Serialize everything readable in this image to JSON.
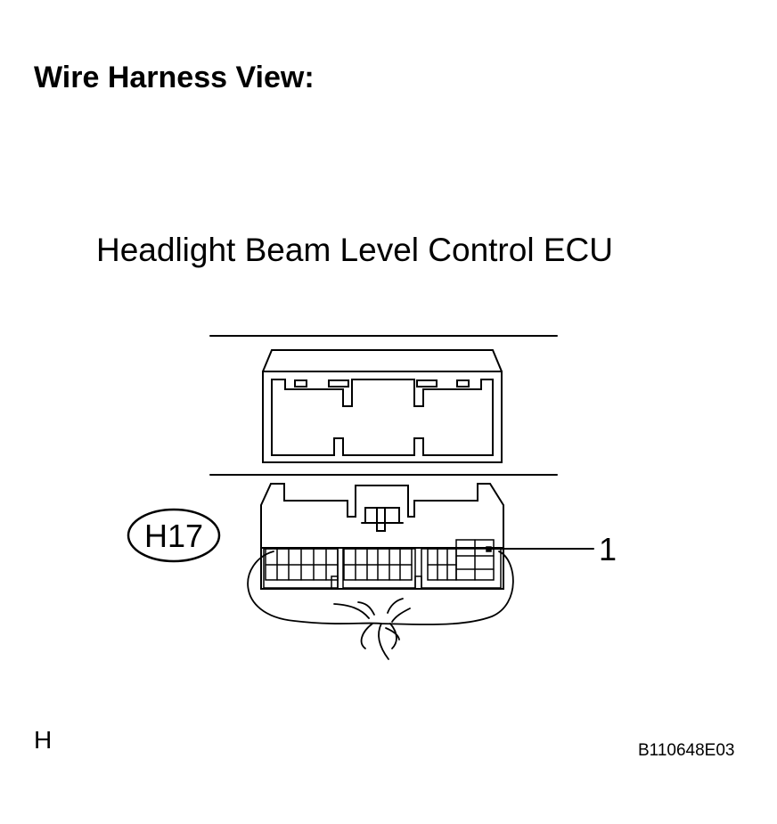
{
  "heading": "Wire Harness View:",
  "component": "Headlight Beam Level Control ECU",
  "connector_code": "H17",
  "pin_label": "1",
  "footer_left": "H",
  "figure_code": "B110648E03"
}
